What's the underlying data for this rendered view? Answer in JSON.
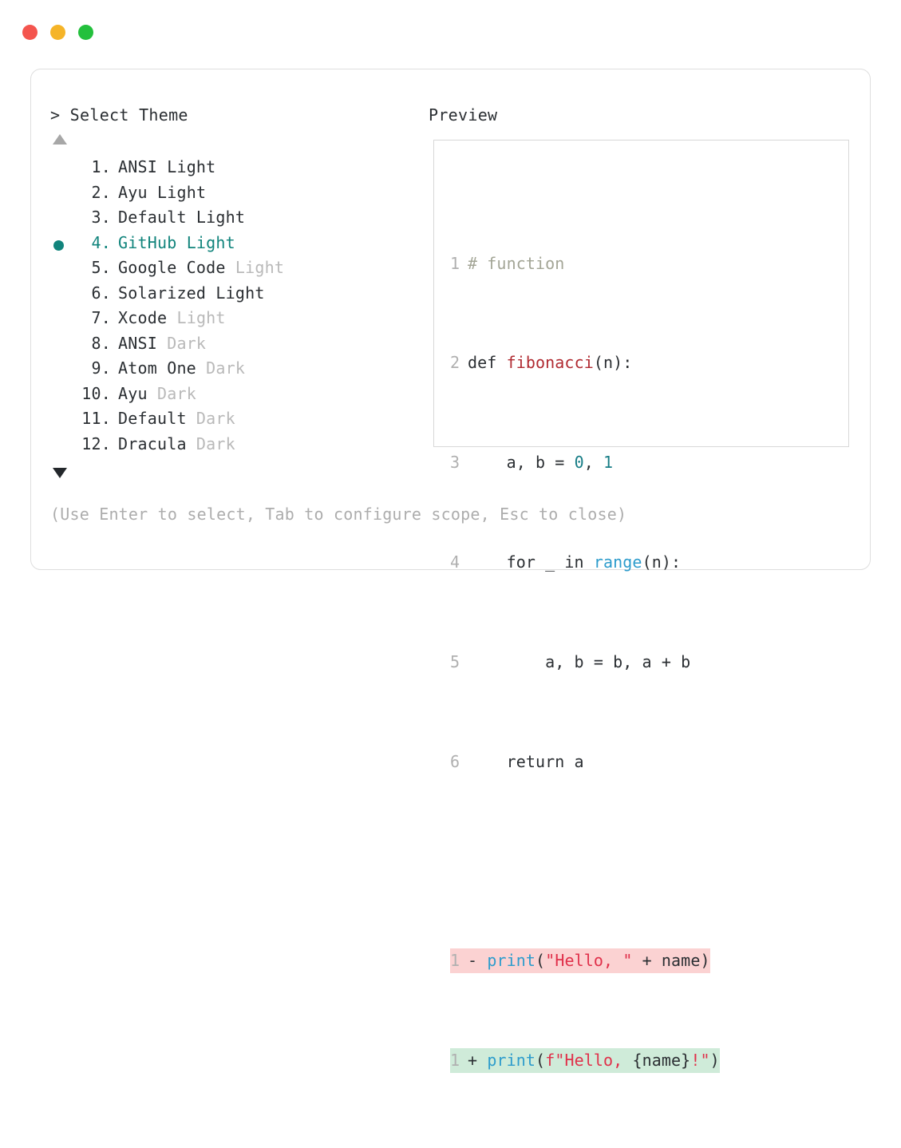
{
  "window": {
    "traffic_lights": [
      {
        "name": "close",
        "color": "#f4554e"
      },
      {
        "name": "minimize",
        "color": "#f5b428"
      },
      {
        "name": "maximize",
        "color": "#23c03c"
      }
    ]
  },
  "prompt": {
    "marker": ">",
    "title": "Select Theme",
    "full_title": "> Select Theme"
  },
  "preview": {
    "header": "Preview"
  },
  "scroll": {
    "up_icon": "triangle-up-icon",
    "down_icon": "triangle-down-icon",
    "up_active": false,
    "down_active": true
  },
  "list": {
    "selected_index": 4,
    "bullet_color": "#11847c",
    "items": [
      {
        "index": "1.",
        "name": "ANSI",
        "suffix": " Light",
        "suffix_dim": false,
        "selected": false
      },
      {
        "index": "2.",
        "name": "Ayu",
        "suffix": " Light",
        "suffix_dim": false,
        "selected": false
      },
      {
        "index": "3.",
        "name": "Default",
        "suffix": " Light",
        "suffix_dim": false,
        "selected": false
      },
      {
        "index": "4.",
        "name": "GitHub",
        "suffix": " Light",
        "suffix_dim": false,
        "selected": true
      },
      {
        "index": "5.",
        "name": "Google Code",
        "suffix": " Light",
        "suffix_dim": true,
        "selected": false
      },
      {
        "index": "6.",
        "name": "Solarized",
        "suffix": " Light",
        "suffix_dim": false,
        "selected": false
      },
      {
        "index": "7.",
        "name": "Xcode",
        "suffix": " Light",
        "suffix_dim": true,
        "selected": false
      },
      {
        "index": "8.",
        "name": "ANSI",
        "suffix": " Dark",
        "suffix_dim": true,
        "selected": false
      },
      {
        "index": "9.",
        "name": "Atom One",
        "suffix": " Dark",
        "suffix_dim": true,
        "selected": false
      },
      {
        "index": "10.",
        "name": "Ayu",
        "suffix": " Dark",
        "suffix_dim": true,
        "selected": false
      },
      {
        "index": "11.",
        "name": "Default",
        "suffix": " Dark",
        "suffix_dim": true,
        "selected": false
      },
      {
        "index": "12.",
        "name": "Dracula",
        "suffix": " Dark",
        "suffix_dim": true,
        "selected": false
      }
    ]
  },
  "code": {
    "lines": [
      {
        "no": "1",
        "text": "# function"
      },
      {
        "no": "2",
        "text": "def fibonacci(n):"
      },
      {
        "no": "3",
        "text": "    a, b = 0, 1"
      },
      {
        "no": "4",
        "text": "    for _ in range(n):"
      },
      {
        "no": "5",
        "text": "        a, b = b, a + b"
      },
      {
        "no": "6",
        "text": "    return a"
      }
    ],
    "line_numbers": [
      "1",
      "2",
      "3",
      "4",
      "5",
      "6"
    ],
    "comment_text": "# function",
    "l2_kw": "def ",
    "l2_func": "fibonacci",
    "l2_rest": "(n):",
    "l3_pre": "    a, b = ",
    "l3_num0": "0",
    "l3_mid": ", ",
    "l3_num1": "1",
    "l4_pre": "    for _ in ",
    "l4_builtin": "range",
    "l4_rest": "(n):",
    "l5_text": "        a, b = b, a + b",
    "l6_text": "    return a",
    "diff": {
      "del": {
        "no": "1",
        "sign": "-",
        "func": "print",
        "open": "(",
        "string": "\"Hello, \"",
        "rest": " + name)",
        "bg": "#fbd2d2"
      },
      "add": {
        "no": "1",
        "sign": "+",
        "func": "print",
        "open": "(",
        "string_a": "f\"Hello, ",
        "brace": "{name}",
        "string_b": "!\"",
        "close": ")",
        "bg": "#cfebd9"
      }
    }
  },
  "hint": {
    "text": "(Use Enter to select, Tab to configure scope, Esc to close)"
  }
}
